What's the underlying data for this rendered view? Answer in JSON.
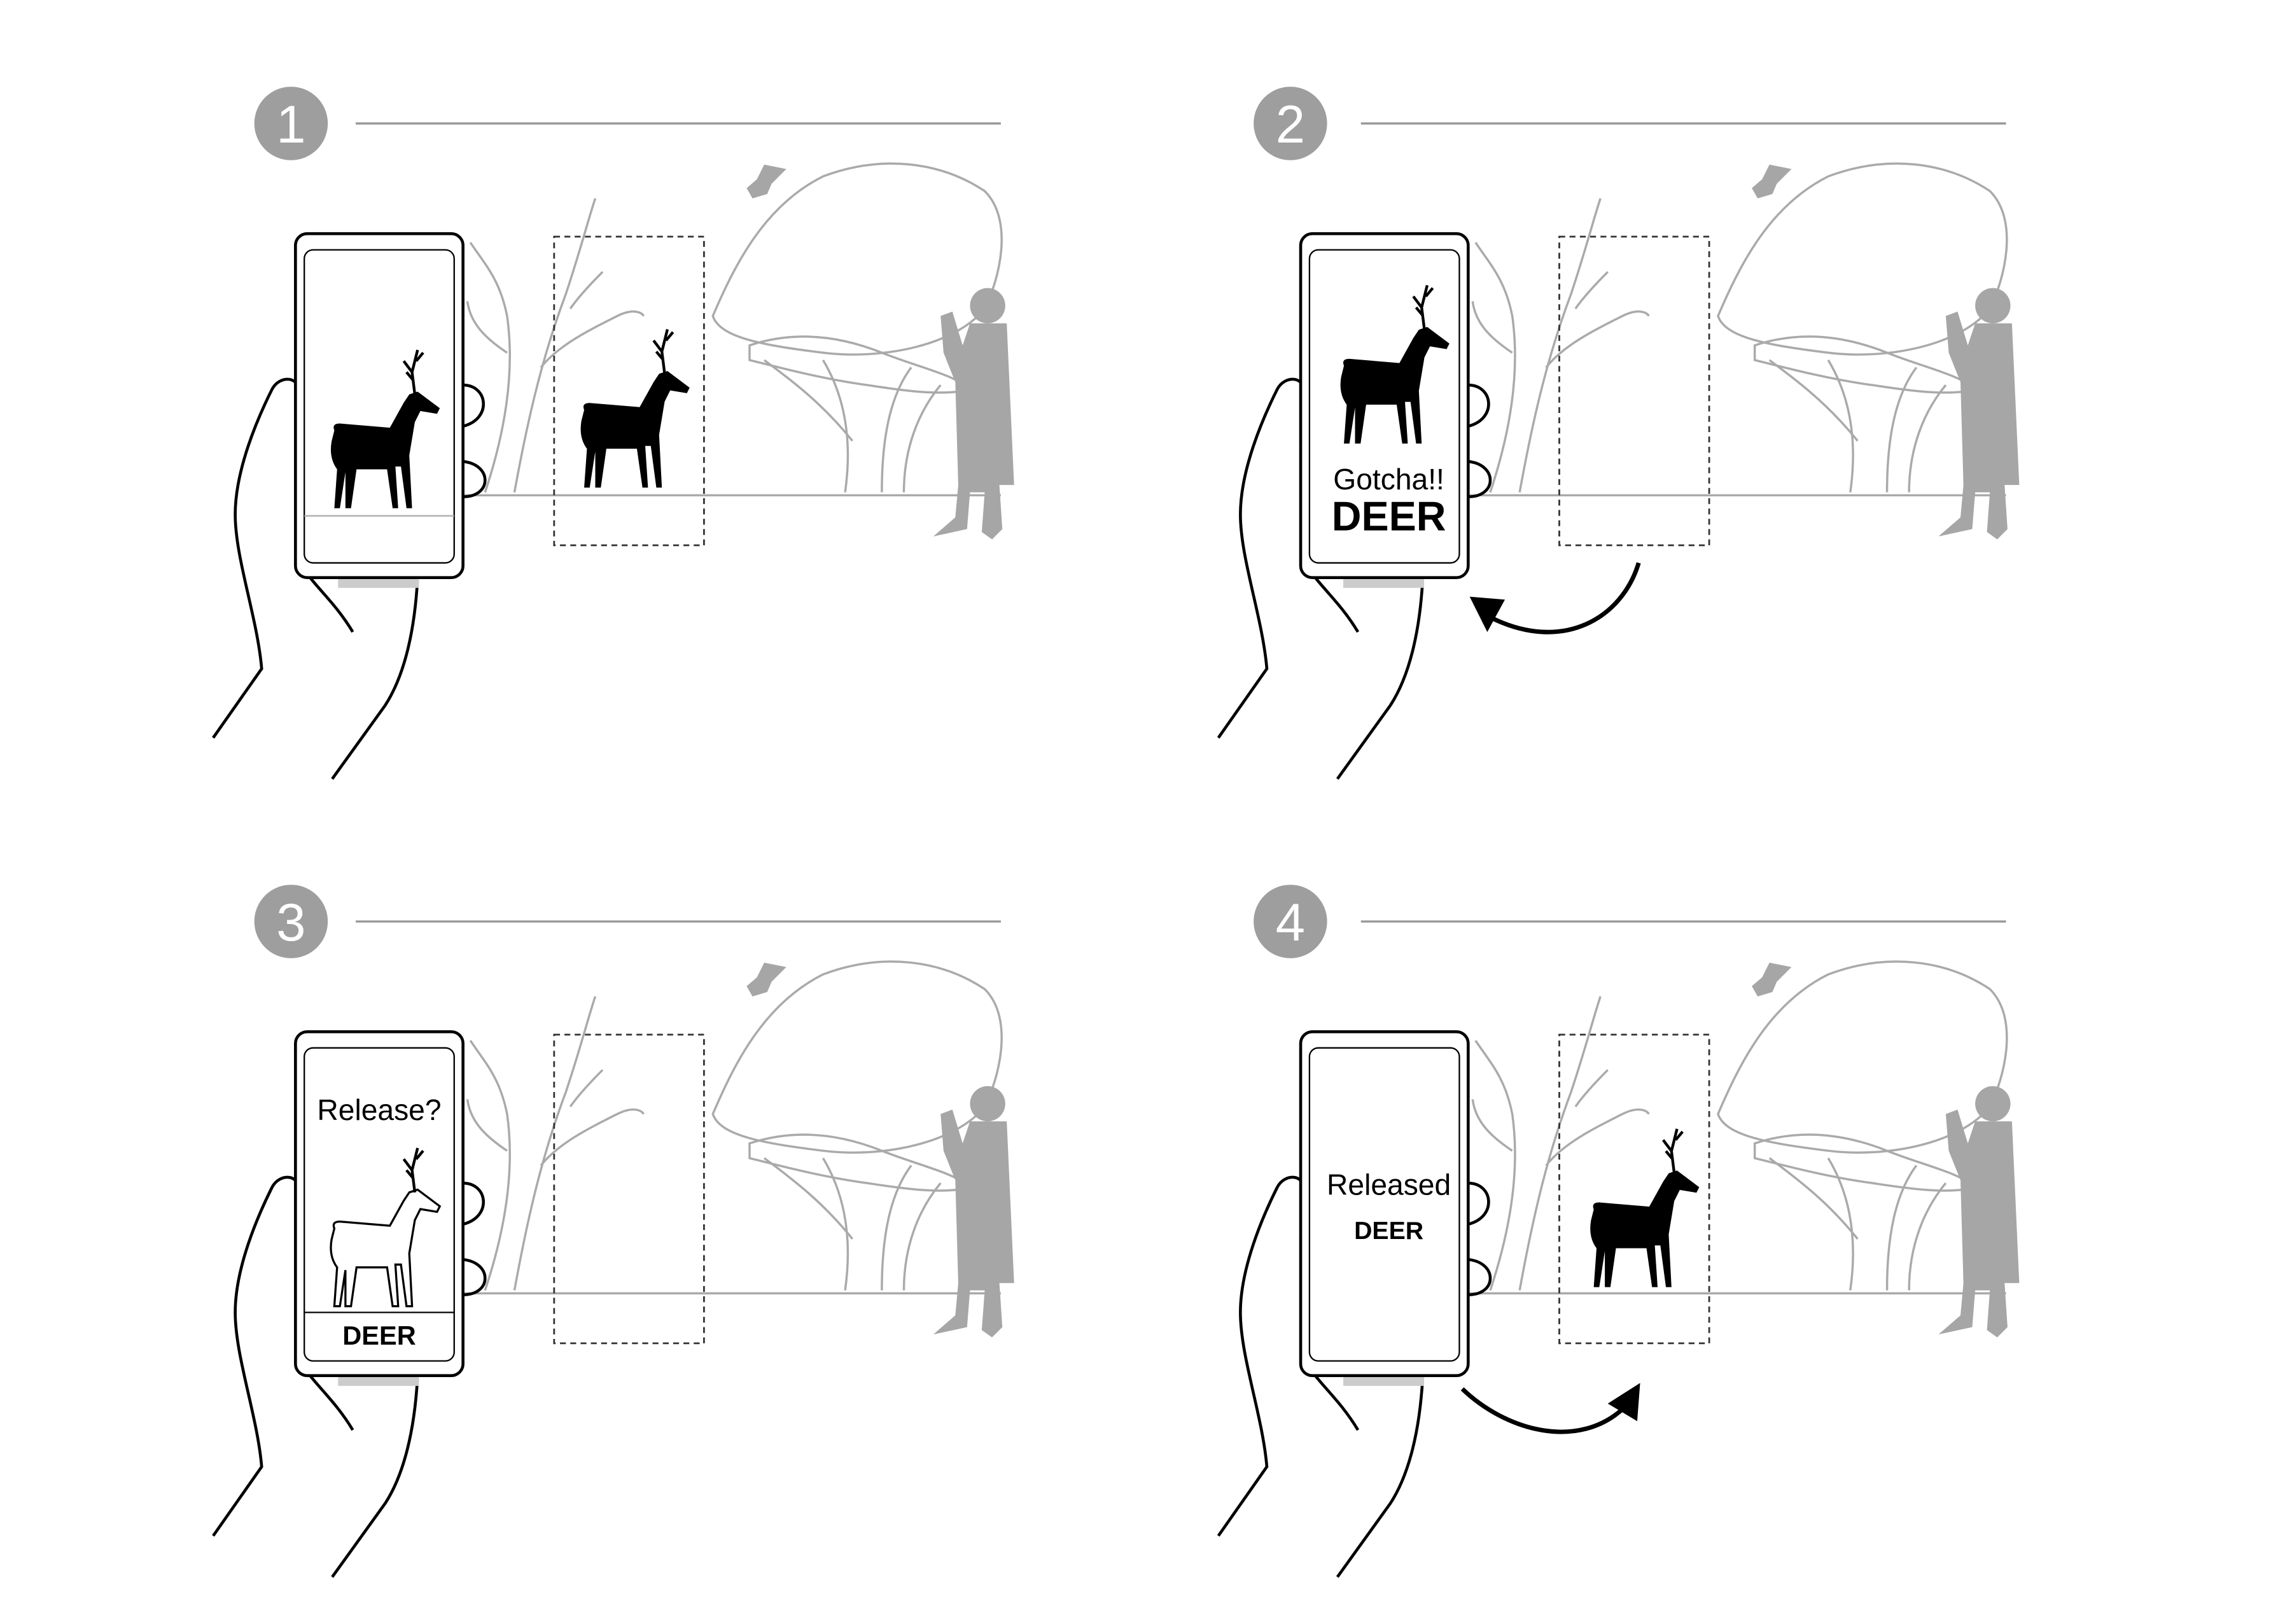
{
  "steps": [
    {
      "number": "1"
    },
    {
      "number": "2",
      "screen_line1": "Gotcha!!",
      "screen_line2": "DEER"
    },
    {
      "number": "3",
      "screen_line1": "Release?",
      "screen_line2": "DEER"
    },
    {
      "number": "4",
      "screen_line1": "Released",
      "screen_line2": "DEER"
    }
  ],
  "colors": {
    "badge": "#9e9e9e",
    "scenery": "#a6a6a6",
    "ink": "#000000"
  }
}
